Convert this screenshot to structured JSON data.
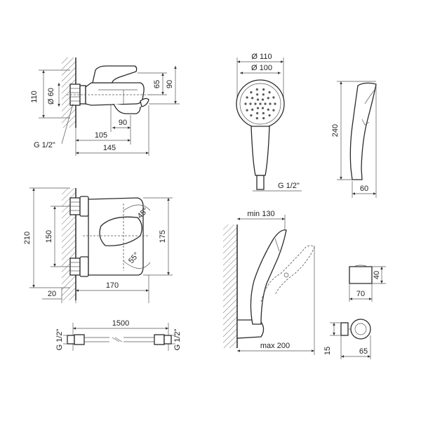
{
  "dimensions": {
    "tap_side": {
      "d110": "110",
      "d60": "Ø 60",
      "d65": "65",
      "d90v": "90",
      "d90h": "90",
      "d105": "105",
      "d145": "145",
      "thread": "G 1/2\""
    },
    "shower_head_front": {
      "d110": "Ø 110",
      "d100": "Ø 100",
      "thread": "G 1/2\""
    },
    "shower_head_side": {
      "d240": "240",
      "d60": "60"
    },
    "tap_front": {
      "d210": "210",
      "d150": "150",
      "d175": "175",
      "a45": "45°",
      "a55": "55°",
      "d20": "20",
      "d170": "170"
    },
    "hose": {
      "length": "1500",
      "thread_left": "G 1/2\"",
      "thread_right": "G 1/2\""
    },
    "holder_assembly": {
      "min": "min 130",
      "max": "max 200"
    },
    "bracket_front": {
      "d40": "40",
      "d70": "70"
    },
    "bracket_side": {
      "d15": "15",
      "d65": "65"
    }
  }
}
